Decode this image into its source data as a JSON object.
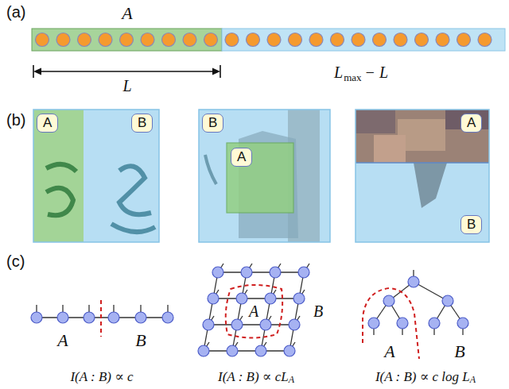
{
  "diagram": {
    "nodes": [
      {
        "text": [
          "A"
        ]
      },
      {
        "text": [
          "B"
        ]
      },
      {
        "text": [
          "B"
        ]
      },
      {
        "text": [
          "A"
        ]
      },
      {
        "text": [
          "A"
        ]
      },
      {
        "text": [
          "B"
        ]
      }
    ],
    "labels": [
      "(a)",
      "A",
      "L",
      "L",
      "max",
      "− L",
      "(b)",
      "(c)",
      "A",
      "B",
      "A",
      "B",
      "A",
      "B",
      "I(A : B) ∝ c",
      "I(A : B) ∝ cL",
      "A",
      "I(A : B) ∝ c log L",
      "A"
    ]
  }
}
